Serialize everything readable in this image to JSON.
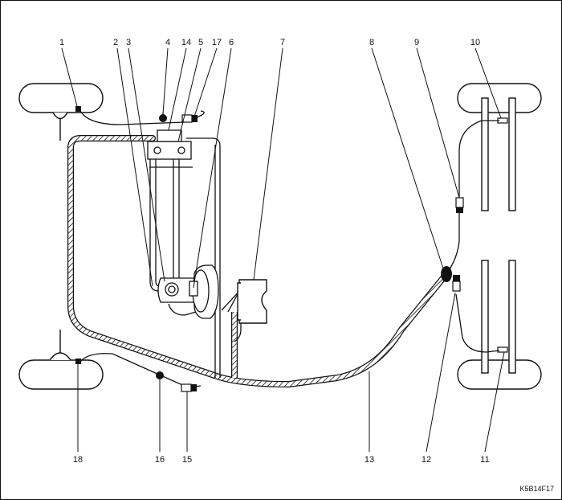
{
  "diagram": {
    "figure_code": "K5B14F17",
    "callouts_top": [
      "1",
      "2",
      "3",
      "4",
      "14",
      "5",
      "17",
      "6",
      "7",
      "8",
      "9",
      "10"
    ],
    "callouts_bottom": [
      "18",
      "16",
      "15",
      "13",
      "12",
      "11"
    ]
  },
  "colors": {
    "line": "#111111",
    "background": "#ffffff",
    "hose_fill": "#ffffff"
  }
}
